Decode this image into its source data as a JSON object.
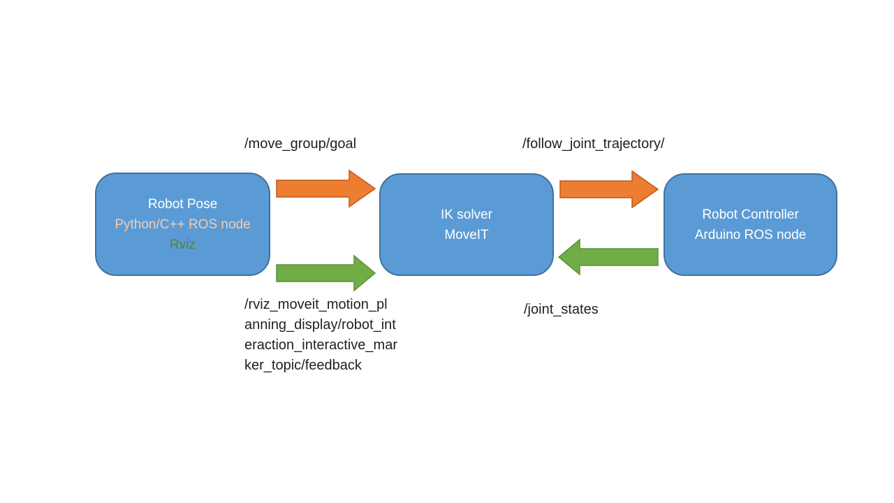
{
  "colors": {
    "background": "#FFFFFF",
    "box_fill": "#5B9BD5",
    "box_border": "#41719C",
    "box_text": "#FFFFFF",
    "python_text": "#F7CBAC",
    "rviz_text": "#548235",
    "orange_arrow": "#ED7D31",
    "orange_arrow_border": "#C0571E",
    "green_arrow": "#70AD47",
    "green_arrow_border": "#5C9039",
    "label_text": "#1F1F1F"
  },
  "nodes": {
    "robot_pose": {
      "title": "Robot Pose",
      "subtitle": "Python/C++ ROS node",
      "tool": "Rviz"
    },
    "ik_solver": {
      "line1": "IK solver",
      "line2": "MoveIT"
    },
    "robot_controller": {
      "line1": "Robot Controller",
      "line2": "Arduino ROS node"
    }
  },
  "topics": {
    "move_group_goal": "/move_group/goal",
    "follow_joint_trajectory": "/follow_joint_trajectory/",
    "joint_states": "/joint_states",
    "rviz_feedback_lines": [
      "/rviz_moveit_motion_pl",
      "anning_display/robot_int",
      "eraction_interactive_mar",
      "ker_topic/feedback"
    ]
  },
  "arrows": [
    {
      "id": "move-group-goal-arrow",
      "color": "orange",
      "direction": "right",
      "from": "robot_pose",
      "to": "ik_solver"
    },
    {
      "id": "rviz-feedback-arrow",
      "color": "green",
      "direction": "right",
      "from": "robot_pose",
      "to": "ik_solver"
    },
    {
      "id": "follow-joint-trajectory-arrow",
      "color": "orange",
      "direction": "right",
      "from": "ik_solver",
      "to": "robot_controller"
    },
    {
      "id": "joint-states-arrow",
      "color": "green",
      "direction": "left",
      "from": "robot_controller",
      "to": "ik_solver"
    }
  ]
}
